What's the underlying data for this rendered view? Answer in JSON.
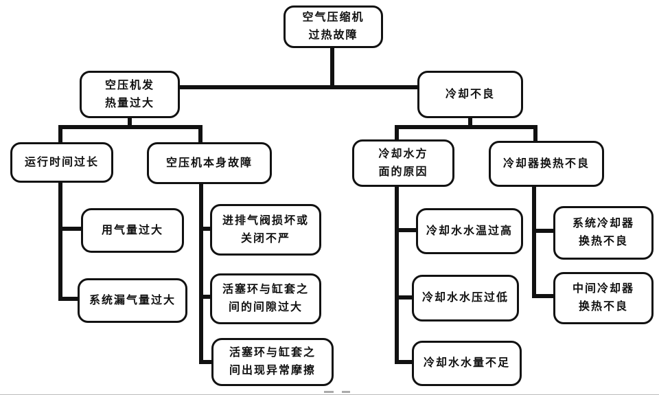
{
  "diagram": {
    "type": "fault-tree",
    "colors": {
      "line": "#111111",
      "box_border": "#111111",
      "box_background": "#ffffff",
      "page_background": "#ffffff"
    },
    "nodes": {
      "root": {
        "label": "空气压缩机\n过热故障"
      },
      "heat": {
        "label": "空压机发\n热量过大"
      },
      "cool": {
        "label": "冷却不良"
      },
      "runtime": {
        "label": "运行时间过长"
      },
      "selffault": {
        "label": "空压机本身故障"
      },
      "watercause": {
        "label": "冷却水方\n面的原因"
      },
      "coolerpoor": {
        "label": "冷却器换热不良"
      },
      "usage": {
        "label": "用气量过大"
      },
      "leak": {
        "label": "系统漏气量过大"
      },
      "valve": {
        "label": "进排气阀损坏或\n关闭不严"
      },
      "gap": {
        "label": "活塞环与缸套之\n间的间隙过大"
      },
      "friction": {
        "label": "活塞环与缸套之\n间出现异常摩擦"
      },
      "temphigh": {
        "label": "冷却水水温过高"
      },
      "presslow": {
        "label": "冷却水水压过低"
      },
      "vollow": {
        "label": "冷却水水量不足"
      },
      "syscooler": {
        "label": "系统冷却器\n换热不良"
      },
      "intercooler": {
        "label": "中间冷却器\n换热不良"
      }
    },
    "edges": [
      [
        "root",
        "heat"
      ],
      [
        "root",
        "cool"
      ],
      [
        "heat",
        "runtime"
      ],
      [
        "heat",
        "selffault"
      ],
      [
        "cool",
        "watercause"
      ],
      [
        "cool",
        "coolerpoor"
      ],
      [
        "runtime",
        "usage"
      ],
      [
        "runtime",
        "leak"
      ],
      [
        "selffault",
        "valve"
      ],
      [
        "selffault",
        "gap"
      ],
      [
        "selffault",
        "friction"
      ],
      [
        "watercause",
        "temphigh"
      ],
      [
        "watercause",
        "presslow"
      ],
      [
        "watercause",
        "vollow"
      ],
      [
        "coolerpoor",
        "syscooler"
      ],
      [
        "coolerpoor",
        "intercooler"
      ]
    ]
  }
}
